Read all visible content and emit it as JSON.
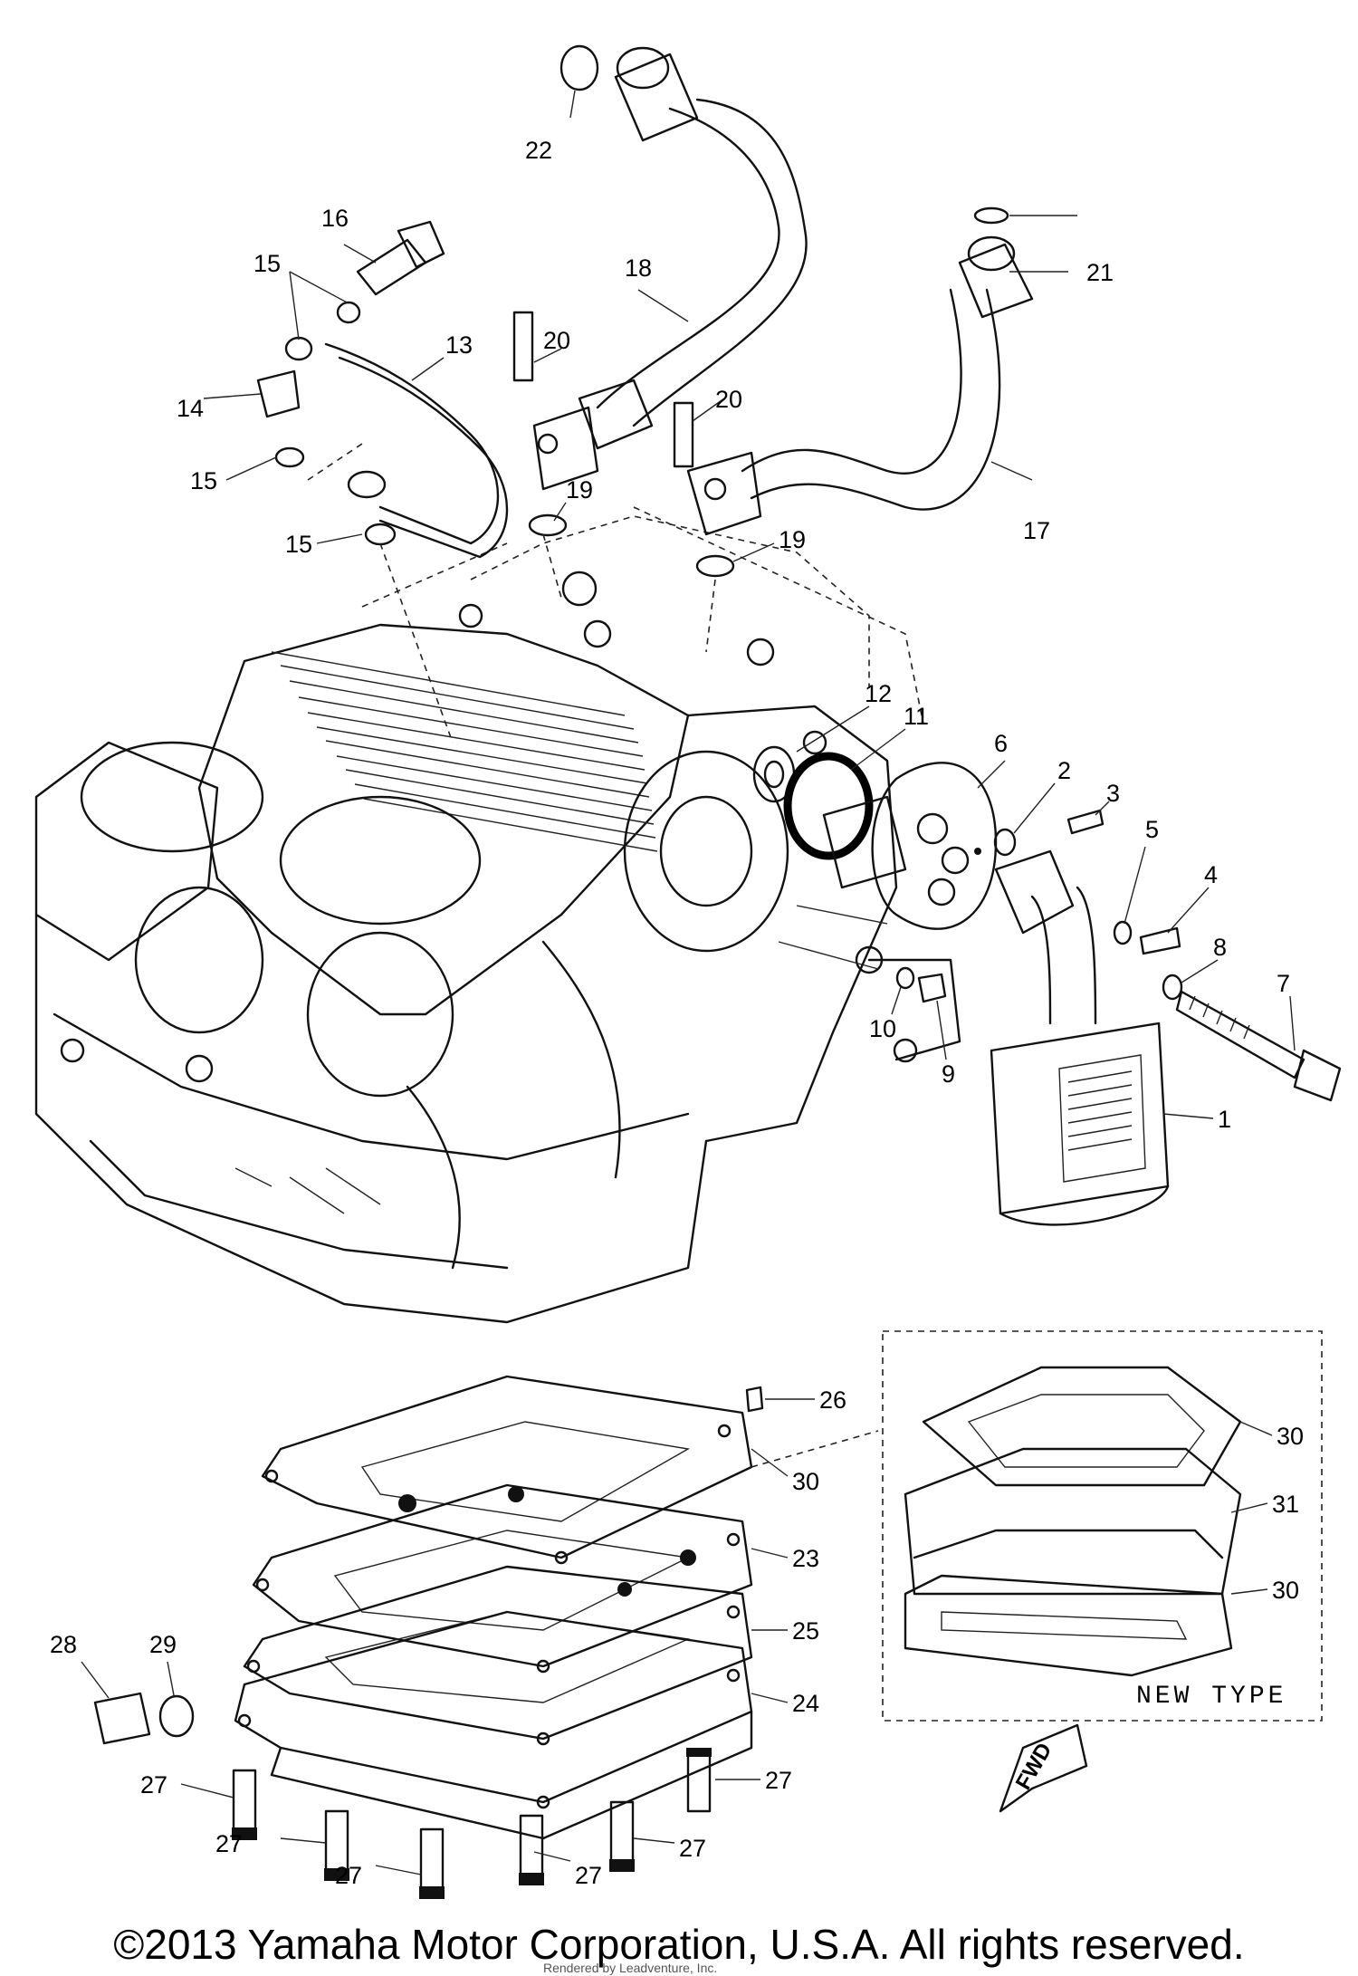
{
  "callouts": [
    {
      "id": "1",
      "text": "1"
    },
    {
      "id": "2",
      "text": "2"
    },
    {
      "id": "3",
      "text": "3"
    },
    {
      "id": "4",
      "text": "4"
    },
    {
      "id": "5",
      "text": "5"
    },
    {
      "id": "6",
      "text": "6"
    },
    {
      "id": "7",
      "text": "7"
    },
    {
      "id": "8",
      "text": "8"
    },
    {
      "id": "9",
      "text": "9"
    },
    {
      "id": "10",
      "text": "10"
    },
    {
      "id": "11",
      "text": "11"
    },
    {
      "id": "12",
      "text": "12"
    },
    {
      "id": "13",
      "text": "13"
    },
    {
      "id": "14",
      "text": "14"
    },
    {
      "id": "15a",
      "text": "15"
    },
    {
      "id": "15b",
      "text": "15"
    },
    {
      "id": "15c",
      "text": "15"
    },
    {
      "id": "16",
      "text": "16"
    },
    {
      "id": "17",
      "text": "17"
    },
    {
      "id": "18",
      "text": "18"
    },
    {
      "id": "19a",
      "text": "19"
    },
    {
      "id": "19b",
      "text": "19"
    },
    {
      "id": "20a",
      "text": "20"
    },
    {
      "id": "20b",
      "text": "20"
    },
    {
      "id": "21",
      "text": "21"
    },
    {
      "id": "22",
      "text": "22"
    },
    {
      "id": "23",
      "text": "23"
    },
    {
      "id": "24",
      "text": "24"
    },
    {
      "id": "25",
      "text": "25"
    },
    {
      "id": "26",
      "text": "26"
    },
    {
      "id": "27a",
      "text": "27"
    },
    {
      "id": "27b",
      "text": "27"
    },
    {
      "id": "27c",
      "text": "27"
    },
    {
      "id": "27d",
      "text": "27"
    },
    {
      "id": "27e",
      "text": "27"
    },
    {
      "id": "27f",
      "text": "27"
    },
    {
      "id": "28",
      "text": "28"
    },
    {
      "id": "29",
      "text": "29"
    },
    {
      "id": "30a",
      "text": "30"
    },
    {
      "id": "30b",
      "text": "30"
    },
    {
      "id": "30c",
      "text": "30"
    },
    {
      "id": "31",
      "text": "31"
    }
  ],
  "new_type_label": "NEW TYPE",
  "fwd_label": "FWD",
  "copyright": "©2013 Yamaha Motor Corporation, U.S.A. All rights reserved.",
  "credit": "Rendered by Leadventure, Inc."
}
